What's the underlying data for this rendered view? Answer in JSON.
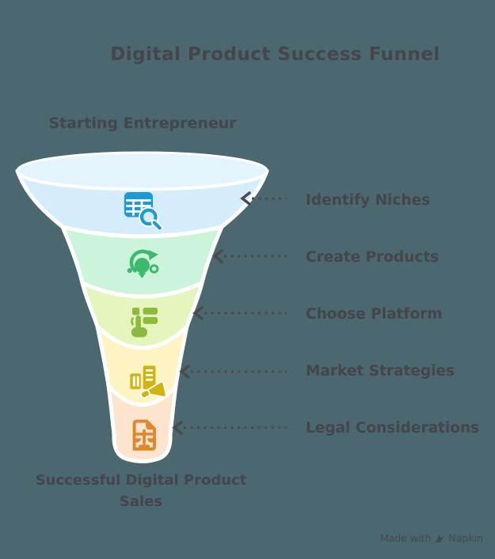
{
  "title": "Digital Product Success Funnel",
  "funnel": {
    "top_label": "Starting Entrepreneur",
    "bottom_label": "Successful Digital Product Sales",
    "mouth_fill": "#e3f4fc",
    "stages": [
      {
        "label": "Identify Niches",
        "icon": "table-search-icon",
        "fill": "#d5edfa",
        "icon_color": "#1d9ad6"
      },
      {
        "label": "Create Products",
        "icon": "lightbulb-cycle-icon",
        "fill": "#ccf4da",
        "icon_color": "#3cb96d"
      },
      {
        "label": "Choose Platform",
        "icon": "hand-select-list-icon",
        "fill": "#e6f4bd",
        "icon_color": "#8db93d"
      },
      {
        "label": "Market Strategies",
        "icon": "building-megaphone-icon",
        "fill": "#fdf3c3",
        "icon_color": "#d1b414"
      },
      {
        "label": "Legal Considerations",
        "icon": "document-scales-icon",
        "fill": "#fce4cf",
        "icon_color": "#e0862c"
      }
    ]
  },
  "watermark": {
    "prefix": "Made with",
    "brand": "Napkin",
    "logo": "napkin-logo-icon"
  },
  "colors": {
    "background": "#4b6770",
    "text": "#45454c",
    "arrow": "#4a4a50",
    "outline": "#ffffff",
    "watermark_text": "#39434a"
  }
}
